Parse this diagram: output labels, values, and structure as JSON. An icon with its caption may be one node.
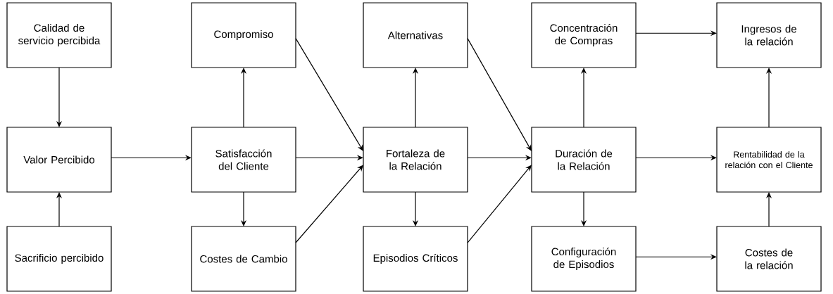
{
  "diagram": {
    "nodes": [
      {
        "text": [
          "Calidad de servicio percibida"
        ]
      },
      {
        "text": [
          "Valor Percibido"
        ]
      },
      {
        "text": [
          "Sacrificio percibido"
        ]
      },
      {
        "text": [
          "Compromiso"
        ]
      },
      {
        "text": [
          "Satisfacción del Cliente"
        ]
      },
      {
        "text": [
          "Costes de Cambio"
        ]
      },
      {
        "text": [
          "Alternativas"
        ]
      },
      {
        "text": [
          "Fortaleza de la Relación"
        ]
      },
      {
        "text": [
          "Episodios Críticos"
        ]
      },
      {
        "text": [
          "Concentración de Compras"
        ]
      },
      {
        "text": [
          "Duración de la Relación"
        ]
      },
      {
        "text": [
          "Configuración de Episodios"
        ]
      },
      {
        "text": [
          "Ingresos de la relación"
        ]
      },
      {
        "text": [
          "Rentabilidad de la relación con el Cliente"
        ]
      },
      {
        "text": [
          "Costes de la relación"
        ]
      }
    ],
    "edges": [
      {
        "from": 0,
        "to": 1,
        "arrow": "to"
      },
      {
        "from": 2,
        "to": 1,
        "arrow": "to"
      },
      {
        "from": 1,
        "to": 4,
        "arrow": "to"
      },
      {
        "from": 4,
        "to": 3,
        "arrow": "to"
      },
      {
        "from": 4,
        "to": 5,
        "arrow": "to"
      },
      {
        "from": 4,
        "to": 7,
        "arrow": "to"
      },
      {
        "from": 3,
        "to": 7,
        "arrow": "to"
      },
      {
        "from": 5,
        "to": 7,
        "arrow": "to"
      },
      {
        "from": 7,
        "to": 6,
        "arrow": "to"
      },
      {
        "from": 7,
        "to": 8,
        "arrow": "to"
      },
      {
        "from": 7,
        "to": 10,
        "arrow": "to"
      },
      {
        "from": 6,
        "to": 10,
        "arrow": "to"
      },
      {
        "from": 8,
        "to": 10,
        "arrow": "to"
      },
      {
        "from": 10,
        "to": 9,
        "arrow": "to"
      },
      {
        "from": 10,
        "to": 11,
        "arrow": "to"
      },
      {
        "from": 9,
        "to": 12,
        "arrow": "to"
      },
      {
        "from": 10,
        "to": 13,
        "arrow": "to"
      },
      {
        "from": 11,
        "to": 14,
        "arrow": "to"
      },
      {
        "from": 13,
        "to": 12,
        "arrow": "to"
      },
      {
        "from": 14,
        "to": 13,
        "arrow": "to"
      }
    ]
  }
}
